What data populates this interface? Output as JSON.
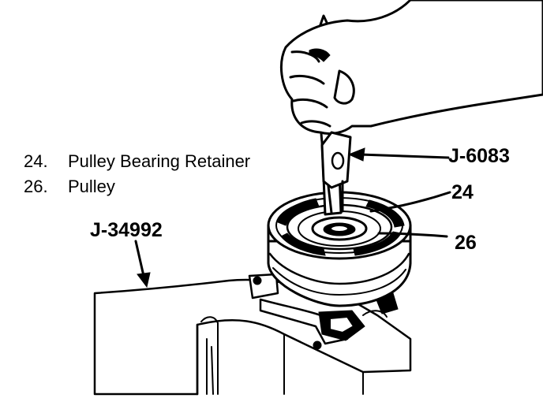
{
  "legend": [
    {
      "number": "24.",
      "text": "Pulley Bearing Retainer"
    },
    {
      "number": "26.",
      "text": "Pulley"
    }
  ],
  "callouts": {
    "tool_remover": "J-6083",
    "tool_holder": "J-34992",
    "part_retainer": "24",
    "part_pulley": "26"
  }
}
